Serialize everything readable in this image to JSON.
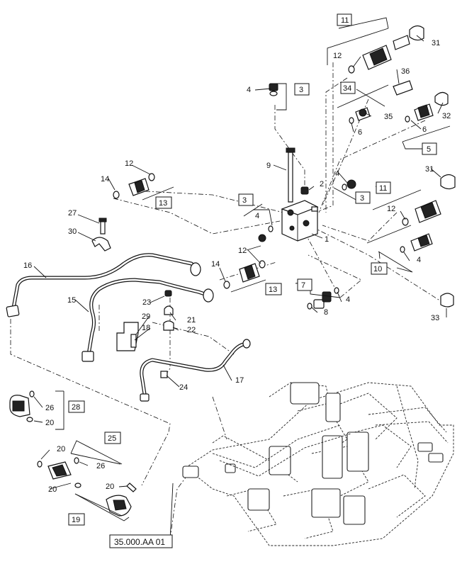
{
  "callouts": {
    "c1": "1",
    "c2": "2",
    "c3a": "3",
    "c3b": "3",
    "c3c": "3",
    "c4a": "4",
    "c4b": "4",
    "c4c": "4",
    "c4d": "4",
    "c4e": "4",
    "c5": "5",
    "c6a": "6",
    "c6b": "6",
    "c7": "7",
    "c8": "8",
    "c9": "9",
    "c10": "10",
    "c11a": "11",
    "c11b": "11",
    "c12a": "12",
    "c12b": "12",
    "c12c": "12",
    "c12d": "12",
    "c13a": "13",
    "c13b": "13",
    "c14a": "14",
    "c14b": "14",
    "c15": "15",
    "c16": "16",
    "c17": "17",
    "c18": "18",
    "c19": "19",
    "c20a": "20",
    "c20b": "20",
    "c20c": "20",
    "c20d": "20",
    "c21": "21",
    "c22": "22",
    "c23": "23",
    "c24": "24",
    "c25": "25",
    "c26a": "26",
    "c26b": "26",
    "c27": "27",
    "c28": "28",
    "c29": "29",
    "c30": "30",
    "c31a": "31",
    "c31b": "31",
    "c32": "32",
    "c33": "33",
    "c34": "34",
    "c35": "35",
    "c36": "36"
  },
  "reference": "35.000.AA 01"
}
